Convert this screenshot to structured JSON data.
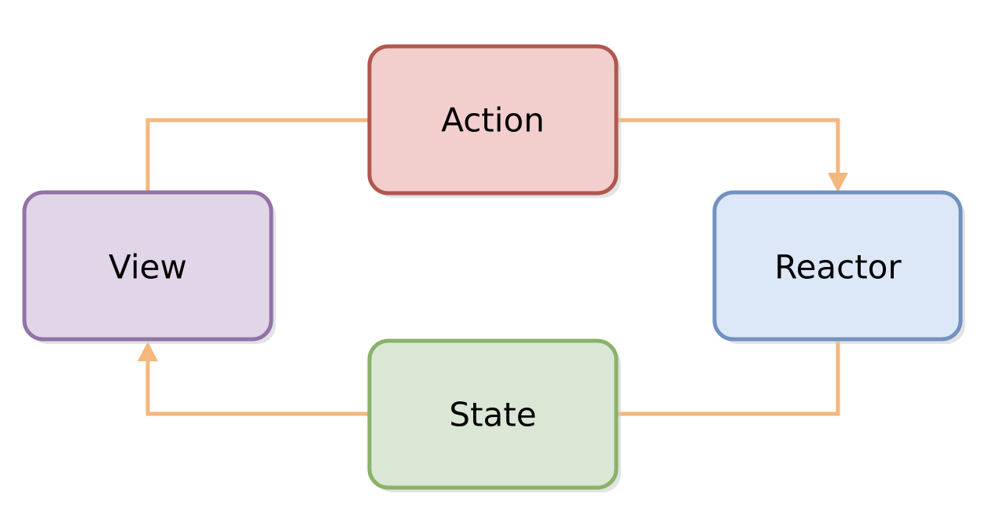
{
  "nodes": {
    "action": {
      "label": "Action",
      "fill": "#f2cfcd",
      "stroke": "#b0574f"
    },
    "view": {
      "label": "View",
      "fill": "#e1d5e8",
      "stroke": "#9273a6"
    },
    "reactor": {
      "label": "Reactor",
      "fill": "#dce7f8",
      "stroke": "#7191c0"
    },
    "state": {
      "label": "State",
      "fill": "#d9e7d4",
      "stroke": "#8ab26a"
    }
  },
  "edges": [
    {
      "from": "view",
      "to": "action",
      "arrow": false
    },
    {
      "from": "action",
      "to": "reactor",
      "arrow": true
    },
    {
      "from": "reactor",
      "to": "state",
      "arrow": false
    },
    {
      "from": "state",
      "to": "view",
      "arrow": true
    }
  ],
  "connector_color": "#f4b77c",
  "shadow_color": "#cccccc"
}
